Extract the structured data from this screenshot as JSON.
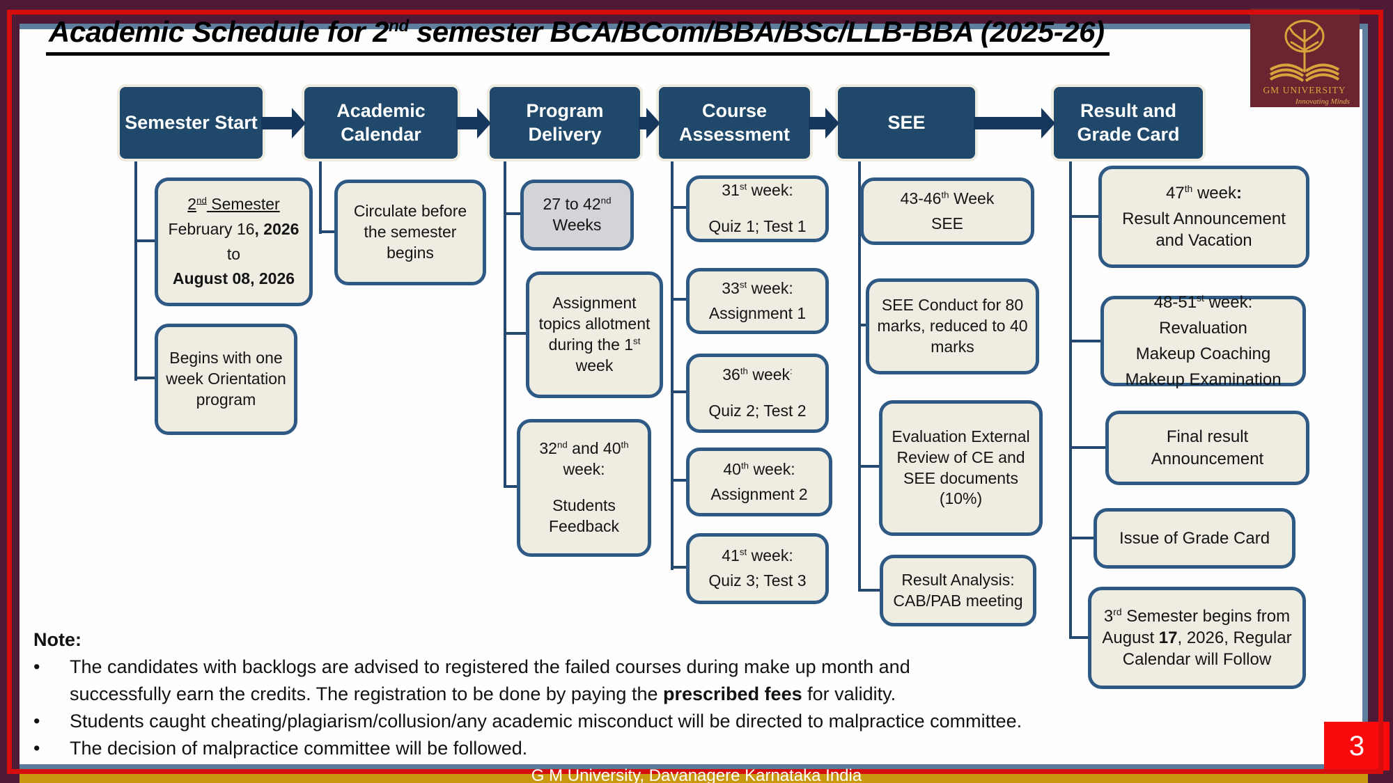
{
  "title": {
    "segments": [
      {
        "t": "Academic Schedule for 2"
      },
      {
        "t": "nd",
        "sup": true
      },
      {
        "t": " semester BCA/BCom/BBA/BSc/LLB-BBA (2025-26)"
      }
    ]
  },
  "logo": {
    "name": "GM UNIVERSITY",
    "tagline": "Innovating Minds"
  },
  "page_number": "3",
  "footer": {
    "text": "G M University, Davanagere Karnataka India"
  },
  "colors": {
    "header_box": "#20486A",
    "box_border": "#2D5984",
    "box_fill": "#EFECE2",
    "gray_box_fill": "#D3D4D7",
    "arrow": "#16375C",
    "frame_maroon": "#4F1A35",
    "frame_red": "#D60D0D",
    "frame_slate": "#5E7E9D",
    "footer_gold": "#C8980E",
    "page_box_red": "#FA0A0A",
    "logo_gold": "#D9A43C",
    "logo_maroon": "#6B2530"
  },
  "flow": {
    "headers": [
      "Semester Start",
      "Academic Calendar",
      "Program Delivery",
      "Course Assessment",
      "SEE",
      "Result and Grade Card"
    ],
    "boxes": {
      "semester_dates": [
        [
          {
            "t": "2",
            "u": true
          },
          {
            "t": "nd",
            "u": true,
            "sup": true
          },
          {
            "t": " Semester",
            "u": true
          }
        ],
        [
          {
            "t": "February 16"
          },
          {
            "t": ", 2026",
            "b": true
          }
        ],
        [
          {
            "t": "to"
          }
        ],
        [
          {
            "t": "August 08, 2026",
            "b": true
          }
        ]
      ],
      "orientation": [
        [
          {
            "t": "Begins with one week Orientation program"
          }
        ]
      ],
      "circulate": [
        [
          {
            "t": "Circulate before the semester begins"
          }
        ]
      ],
      "weeks_27_42": [
        [
          {
            "t": "27 to 42"
          },
          {
            "t": "nd",
            "sup": true
          },
          {
            "t": " Weeks"
          }
        ]
      ],
      "assignment_topics": [
        [
          {
            "t": "Assignment topics allotment during the 1"
          },
          {
            "t": "st",
            "sup": true
          },
          {
            "t": " week"
          }
        ]
      ],
      "students_feedback": [
        [
          {
            "t": "32"
          },
          {
            "t": "nd",
            "sup": true
          },
          {
            "t": " and 40"
          },
          {
            "t": "th",
            "sup": true
          },
          {
            "t": " week:"
          }
        ],
        [
          {
            "t": "Students Feedback"
          }
        ]
      ],
      "week31": [
        [
          {
            "t": "31"
          },
          {
            "t": "st",
            "sup": true
          },
          {
            "t": " week:"
          }
        ],
        [
          {
            "t": "Quiz 1; Test 1"
          }
        ]
      ],
      "week33": [
        [
          {
            "t": "33"
          },
          {
            "t": "st",
            "sup": true
          },
          {
            "t": " week:"
          }
        ],
        [
          {
            "t": "Assignment 1"
          }
        ]
      ],
      "week36": [
        [
          {
            "t": "36"
          },
          {
            "t": "th",
            "sup": true
          },
          {
            "t": " week"
          },
          {
            "t": ":",
            "sup": true
          }
        ],
        [
          {
            "t": "Quiz 2; Test 2"
          }
        ]
      ],
      "week40": [
        [
          {
            "t": "40"
          },
          {
            "t": "th",
            "sup": true
          },
          {
            "t": " week:"
          }
        ],
        [
          {
            "t": "Assignment 2"
          }
        ]
      ],
      "week41": [
        [
          {
            "t": "41"
          },
          {
            "t": "st",
            "sup": true
          },
          {
            "t": " week:"
          }
        ],
        [
          {
            "t": "Quiz 3; Test 3"
          }
        ]
      ],
      "week_43_46": [
        [
          {
            "t": "43-46"
          },
          {
            "t": "th",
            "sup": true
          },
          {
            "t": " Week"
          }
        ],
        [
          {
            "t": "SEE"
          }
        ]
      ],
      "see_conduct": [
        [
          {
            "t": "SEE Conduct for 80 marks, reduced to 40 marks"
          }
        ]
      ],
      "evaluation_review": [
        [
          {
            "t": "Evaluation External Review of CE and SEE documents (10%)"
          }
        ]
      ],
      "result_analysis": [
        [
          {
            "t": "Result Analysis: CAB/PAB meeting"
          }
        ]
      ],
      "week47": [
        [
          {
            "t": "47"
          },
          {
            "t": "th",
            "sup": true
          },
          {
            "t": " week"
          },
          {
            "t": ":",
            "b": true
          }
        ],
        [
          {
            "t": "Result Announcement and Vacation"
          }
        ]
      ],
      "week_48_51": [
        [
          {
            "t": "48-51"
          },
          {
            "t": "st",
            "sup": true
          },
          {
            "t": " week:"
          }
        ],
        [
          {
            "t": "Revaluation"
          }
        ],
        [
          {
            "t": "Makeup Coaching"
          }
        ],
        [
          {
            "t": "Makeup Examination"
          }
        ]
      ],
      "final_result": [
        [
          {
            "t": "Final result Announcement"
          }
        ]
      ],
      "grade_card": [
        [
          {
            "t": "Issue of Grade Card"
          }
        ]
      ],
      "third_semester": [
        [
          {
            "t": "3"
          },
          {
            "t": "rd",
            "sup": true
          },
          {
            "t": " Semester begins from August "
          },
          {
            "t": "17",
            "b": true
          },
          {
            "t": ", 2026, Regular Calendar will Follow"
          }
        ]
      ]
    }
  },
  "notes": {
    "label": "Note:",
    "bullet_glyph": "•",
    "bullets": [
      [
        {
          "t": "The candidates with backlogs are advised to registered the failed courses during make up month and"
        },
        {
          "brk": true
        },
        {
          "t": "successfully earn the credits. The registration to be done by paying the "
        },
        {
          "t": "prescribed fees",
          "b": true
        },
        {
          "t": " for validity."
        }
      ],
      [
        {
          "t": "Students caught cheating/plagiarism/collusion/any academic misconduct will be directed to malpractice committee."
        }
      ],
      [
        {
          "t": "The decision of malpractice committee will be followed."
        }
      ]
    ]
  }
}
